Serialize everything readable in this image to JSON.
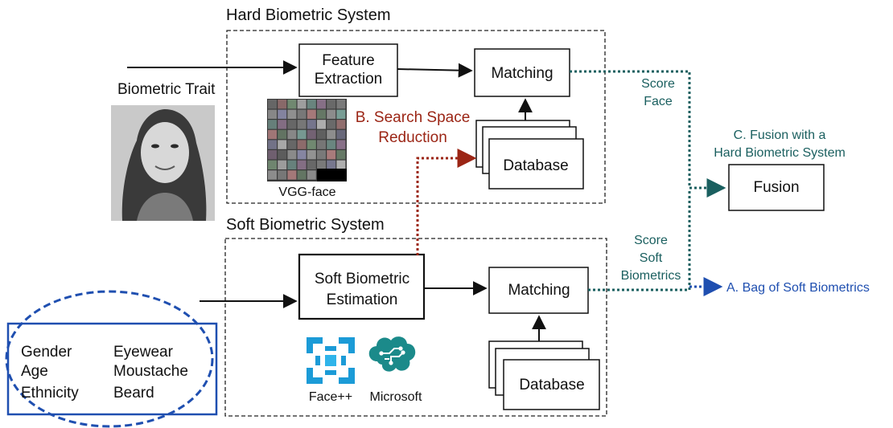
{
  "titles": {
    "hard": "Hard Biometric System",
    "soft": "Soft Biometric System"
  },
  "hard": {
    "feature_line1": "Feature",
    "feature_line2": "Extraction",
    "matching": "Matching",
    "database": "Database",
    "vgg_label": "VGG-face"
  },
  "soft": {
    "estimation_line1": "Soft Biometric",
    "estimation_line2": "Estimation",
    "matching": "Matching",
    "database": "Database",
    "facepp_label": "Face++",
    "microsoft_label": "Microsoft"
  },
  "left": {
    "biometric_trait": "Biometric Trait",
    "attributes_col1": [
      "Gender",
      "Age",
      "Ethnicity"
    ],
    "attributes_col2": [
      "Eyewear",
      "Moustache",
      "Beard"
    ]
  },
  "scores": {
    "face_line1": "Score",
    "face_line2": "Face",
    "soft_line1": "Score",
    "soft_line2": "Soft",
    "soft_line3": "Biometrics"
  },
  "annotations": {
    "search_line1": "B. Search Space",
    "search_line2": "Reduction",
    "fusion_line1": "C. Fusion with a",
    "fusion_line2": "Hard Biometric System",
    "bag": "A. Bag of Soft Biometrics"
  },
  "fusion": "Fusion",
  "colors": {
    "teal": "#1a5f5f",
    "red": "#9b2515",
    "blue": "#1f4fb0",
    "facepp_blue": "#1b9bd7",
    "microsoft_teal": "#1b8a8a"
  }
}
